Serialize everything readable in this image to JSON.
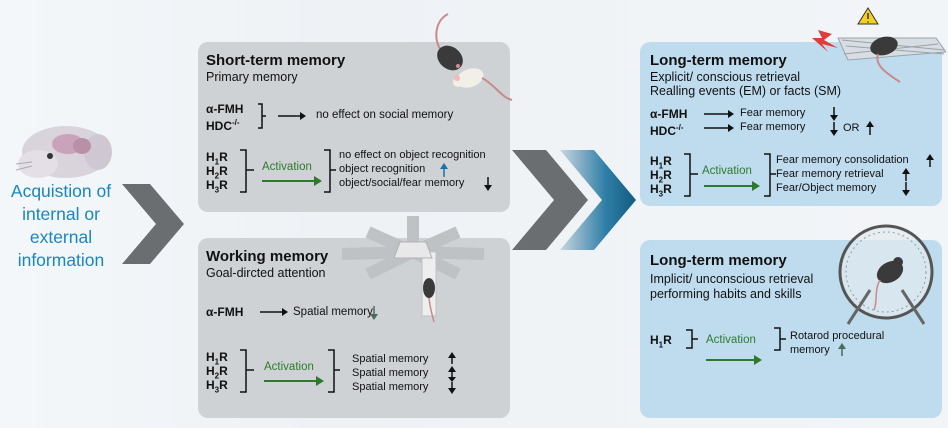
{
  "input": {
    "lines": [
      "Acquistion of",
      "internal or",
      "external",
      "information"
    ]
  },
  "colors": {
    "input_text": "#1a86c0",
    "activation": "#2d7a2d",
    "gray_panel": "#cfd2d5",
    "blue_panel": "#bfdcef",
    "chevron_gray": "#6b6e71",
    "chevron_blue": "#1b6e97"
  },
  "stm": {
    "title": "Short-term memory",
    "subtitle": "Primary memory",
    "drugs": [
      "α-FMH",
      "HDC"
    ],
    "hdc_sup": "-/-",
    "drug_effect": "no effect on social memory",
    "receptors": [
      "H",
      "H",
      "H"
    ],
    "receptor_subs": [
      "1",
      "2",
      "3"
    ],
    "receptor_suffix": "R",
    "activation": "Activation",
    "effects": [
      "no effect on object recognition",
      "object recognition",
      "object/social/fear memory"
    ]
  },
  "wm": {
    "title": "Working memory",
    "subtitle": "Goal-dircted attention",
    "drug": "α-FMH",
    "drug_effect": "Spatial memory",
    "receptors": [
      "H",
      "H",
      "H"
    ],
    "receptor_subs": [
      "1",
      "2",
      "3"
    ],
    "receptor_suffix": "R",
    "activation": "Activation",
    "effects": [
      "Spatial memory",
      "Spatial memory",
      "Spatial memory"
    ]
  },
  "ltm_explicit": {
    "title": "Long-term memory",
    "subtitle1": "Explicit/ conscious retrieval",
    "subtitle2": "Realling events (EM) or facts (SM)",
    "drugs": [
      "α-FMH",
      "HDC"
    ],
    "hdc_sup": "-/-",
    "drug_effects": [
      "Fear memory",
      "Fear memory"
    ],
    "or_text": "OR",
    "receptors": [
      "H",
      "H",
      "H"
    ],
    "receptor_subs": [
      "1",
      "2",
      "3"
    ],
    "receptor_suffix": "R",
    "activation": "Activation",
    "effects": [
      "Fear memory consolidation",
      "Fear memory retrieval",
      "Fear/Object memory"
    ]
  },
  "ltm_implicit": {
    "title": "Long-term memory",
    "subtitle1": "Implicit/ unconscious retrieval",
    "subtitle2": "performing habits and skills",
    "receptor": "H",
    "receptor_sub": "1",
    "receptor_suffix": "R",
    "activation": "Activation",
    "effects": [
      "Rotarod procedural",
      "memory"
    ]
  }
}
